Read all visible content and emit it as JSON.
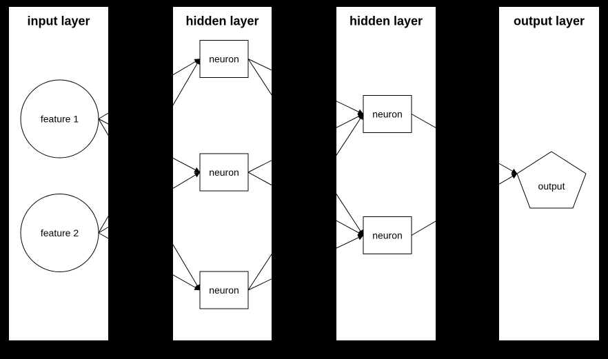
{
  "diagram": {
    "type": "neural-network",
    "colors": {
      "background": "#000000",
      "panel": "#ffffff",
      "node_fill": "#ffffff",
      "stroke": "#000000",
      "text": "#000000"
    },
    "layers": [
      {
        "title": "input layer",
        "nodes": [
          {
            "id": "feature1",
            "label": "feature 1",
            "shape": "circle"
          },
          {
            "id": "feature2",
            "label": "feature 2",
            "shape": "circle"
          }
        ]
      },
      {
        "title": "hidden layer",
        "nodes": [
          {
            "id": "h1n1",
            "label": "neuron",
            "shape": "rect"
          },
          {
            "id": "h1n2",
            "label": "neuron",
            "shape": "rect"
          },
          {
            "id": "h1n3",
            "label": "neuron",
            "shape": "rect"
          }
        ]
      },
      {
        "title": "hidden layer",
        "nodes": [
          {
            "id": "h2n1",
            "label": "neuron",
            "shape": "rect"
          },
          {
            "id": "h2n2",
            "label": "neuron",
            "shape": "rect"
          }
        ]
      },
      {
        "title": "output layer",
        "nodes": [
          {
            "id": "output",
            "label": "output",
            "shape": "pentagon"
          }
        ]
      }
    ],
    "edges": [
      [
        "feature1",
        "h1n1"
      ],
      [
        "feature1",
        "h1n2"
      ],
      [
        "feature1",
        "h1n3"
      ],
      [
        "feature2",
        "h1n1"
      ],
      [
        "feature2",
        "h1n2"
      ],
      [
        "feature2",
        "h1n3"
      ],
      [
        "h1n1",
        "h2n1"
      ],
      [
        "h1n1",
        "h2n2"
      ],
      [
        "h1n2",
        "h2n1"
      ],
      [
        "h1n2",
        "h2n2"
      ],
      [
        "h1n3",
        "h2n1"
      ],
      [
        "h1n3",
        "h2n2"
      ],
      [
        "h2n1",
        "output"
      ],
      [
        "h2n2",
        "output"
      ]
    ]
  }
}
